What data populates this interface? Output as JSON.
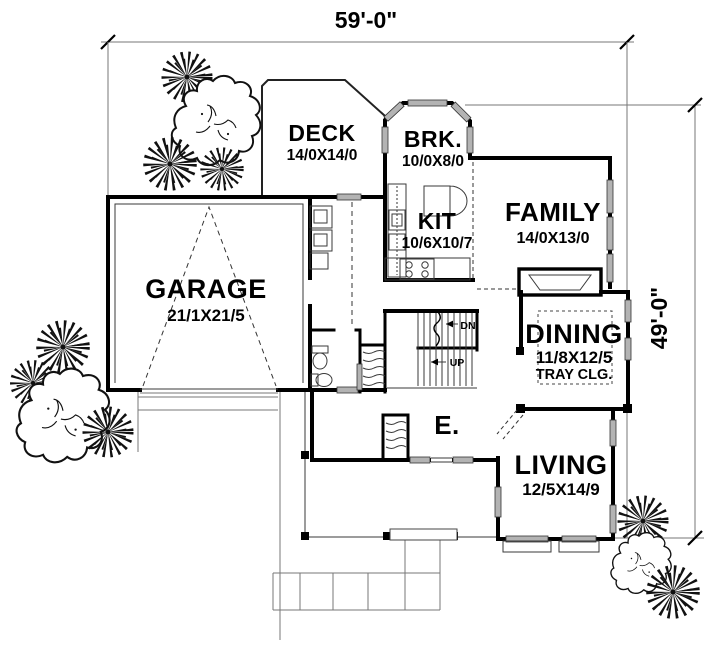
{
  "title": "House first-floor plan",
  "dimensions": {
    "width_label": "59'-0\"",
    "height_label": "49'-0\""
  },
  "rooms": [
    {
      "id": "deck",
      "name": "DECK",
      "size": "14/0X14/0"
    },
    {
      "id": "brk",
      "name": "BRK.",
      "size": "10/0X8/0"
    },
    {
      "id": "kit",
      "name": "KIT",
      "size": "10/6X10/7"
    },
    {
      "id": "family",
      "name": "FAMILY",
      "size": "14/0X13/0"
    },
    {
      "id": "garage",
      "name": "GARAGE",
      "size": "21/1X21/5"
    },
    {
      "id": "dining",
      "name": "DINING",
      "size": "11/8X12/5",
      "note": "TRAY CLG."
    },
    {
      "id": "entry",
      "name": "E."
    },
    {
      "id": "living",
      "name": "LIVING",
      "size": "12/5X14/9"
    }
  ],
  "stairs": {
    "down_label": "DN",
    "up_label": "UP"
  },
  "colors": {
    "wall": "#000000",
    "window_fill": "#b3b3b3",
    "annotation_line": "#777777",
    "background": "#ffffff"
  }
}
